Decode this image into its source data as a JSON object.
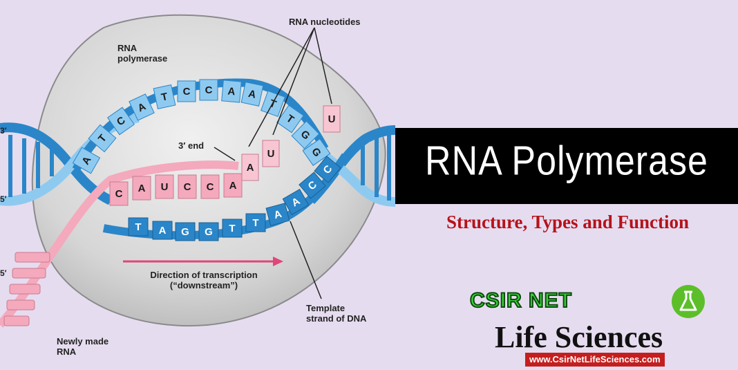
{
  "diagram": {
    "labels": {
      "rna_polymerase": [
        "RNA",
        "polymerase"
      ],
      "rna_nucleotides": "RNA nucleotides",
      "three_prime_end": "3′ end",
      "direction": [
        "Direction of transcription",
        "(“downstream”)"
      ],
      "template": [
        "Template",
        "strand of DNA"
      ],
      "newly_made": [
        "Newly made",
        "RNA"
      ]
    },
    "strand_ends": {
      "top": "3′",
      "middle": "5′",
      "bottom": "5′"
    },
    "coding_strand_bases": [
      "A",
      "T",
      "C",
      "A",
      "T",
      "C",
      "C",
      "A",
      "A",
      "T",
      "T",
      "G",
      "G"
    ],
    "template_strand_bases": [
      "T",
      "A",
      "G",
      "G",
      "T",
      "T",
      "A",
      "A",
      "C",
      "C"
    ],
    "rna_bases": [
      "C",
      "A",
      "U",
      "C",
      "C",
      "A"
    ],
    "incoming_nucleotides": [
      "A",
      "U",
      "U"
    ]
  },
  "banner": {
    "title": "RNA Polymerase",
    "subtitle": "Structure, Types and Function",
    "brand_top": "CSIR NET",
    "brand_main": "Life Sciences",
    "url": "www.CsirNetLifeSciences.com"
  },
  "colors": {
    "background": "#e6dcef",
    "polymerase": "#d9d9d9",
    "dna_dark": "#2a86c9",
    "dna_light": "#8ecaf0",
    "rna": "#f4a9bd",
    "title_band": "#000000",
    "subtitle": "#b5121b"
  }
}
